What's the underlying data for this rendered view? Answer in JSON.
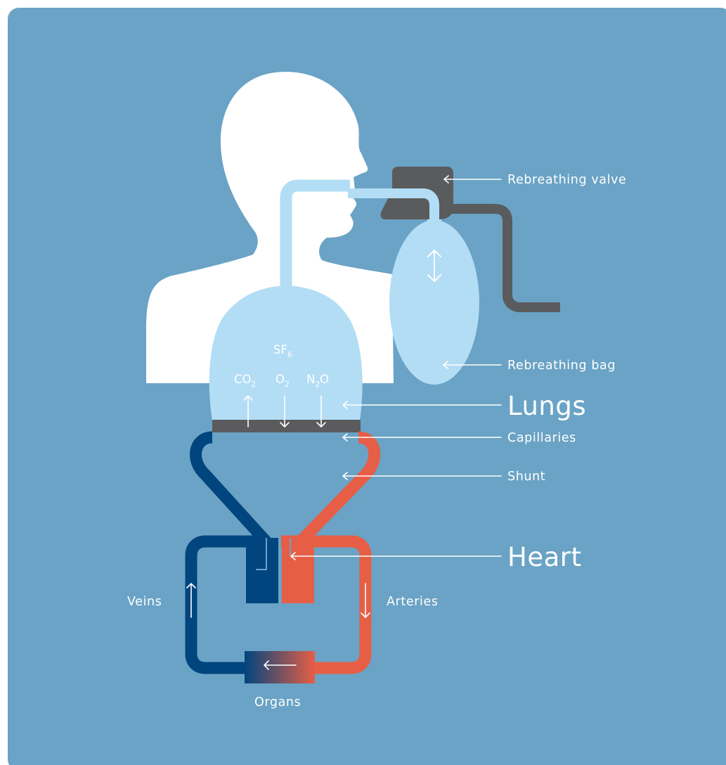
{
  "colors": {
    "background": "#6aa3c5",
    "body": "#ffffff",
    "air": "#b3ddf5",
    "device": "#5a5b5d",
    "venous": "#00457e",
    "arterial": "#e65e45",
    "label": "#ffffff"
  },
  "labels": {
    "rebreathing_valve": "Rebreathing valve",
    "rebreathing_bag": "Rebreathing bag",
    "lungs": "Lungs",
    "capillaries": "Capillaries",
    "shunt": "Shunt",
    "heart": "Heart",
    "veins": "Veins",
    "arteries": "Arteries",
    "organs": "Organs"
  },
  "gases": {
    "sf6": {
      "base": "SF",
      "sub": "6"
    },
    "co2": {
      "base": "CO",
      "sub": "2"
    },
    "o2": {
      "base": "O",
      "sub": "2"
    },
    "n2o": {
      "pre": "N",
      "sub": "2",
      "post": "O"
    }
  }
}
